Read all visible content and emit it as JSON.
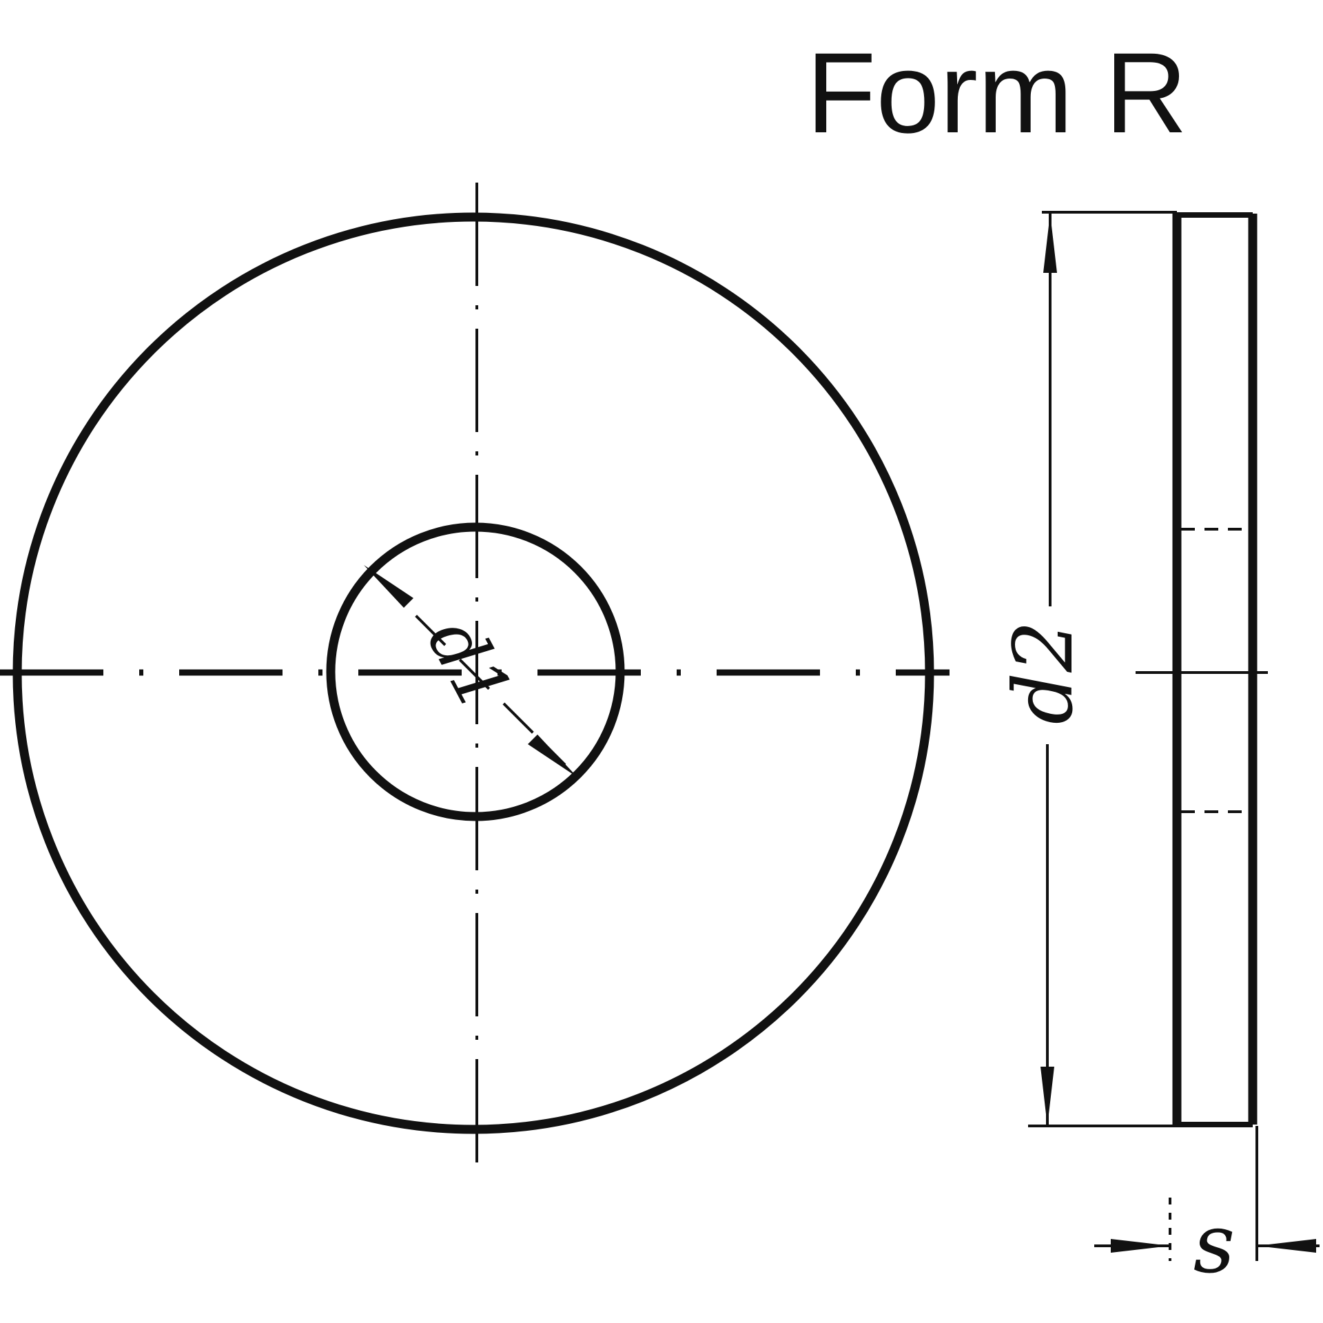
{
  "drawing": {
    "title": "Form R",
    "dimensions": {
      "inner_diameter": "d1",
      "outer_diameter": "d2",
      "thickness": "s"
    }
  }
}
